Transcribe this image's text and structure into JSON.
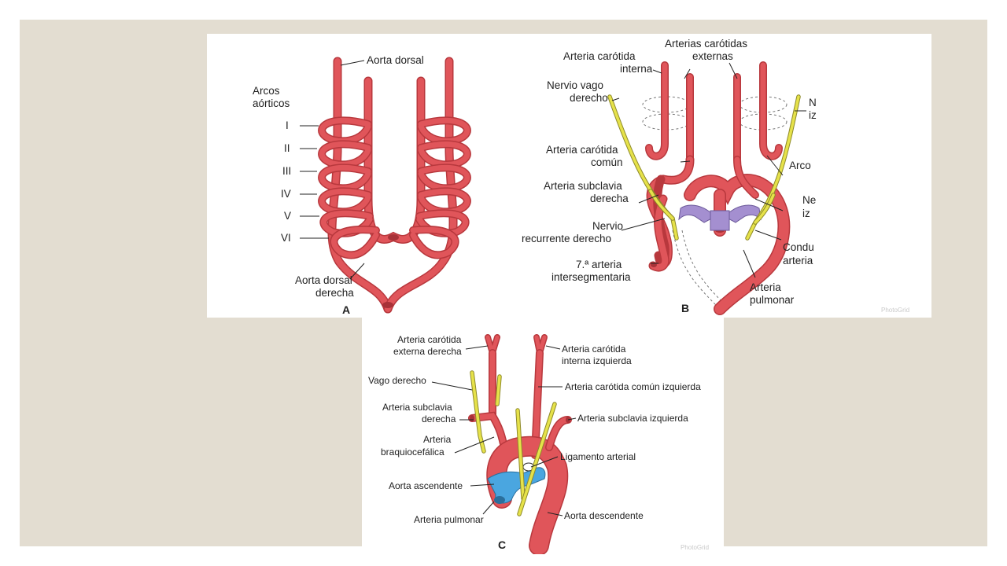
{
  "panel_a": {
    "label_aorta_dorsal": "Aorta dorsal",
    "label_arcos_line1": "Arcos",
    "label_arcos_line2": "aórticos",
    "arch_numerals": [
      "I",
      "II",
      "III",
      "IV",
      "V",
      "VI"
    ],
    "label_aorta_dorsal_derecha_line1": "Aorta dorsal",
    "label_aorta_dorsal_derecha_line2": "derecha",
    "panel_letter": "A"
  },
  "panel_b": {
    "carotid_internal_line1": "Arteria carótida",
    "carotid_internal_line2": "interna",
    "carotid_external_line1": "Arterias carótidas",
    "carotid_external_line2": "externas",
    "vagus_right_line1": "Nervio vago",
    "vagus_right_line2": "derecho",
    "common_carotid_line1": "Arteria carótida",
    "common_carotid_line2": "común",
    "subclavian_right_line1": "Arteria subclavia",
    "subclavian_right_line2": "derecha",
    "recurrent_line1": "Nervio",
    "recurrent_line2": "recurrente derecho",
    "intersegmental_line1": "7.ª arteria",
    "intersegmental_line2": "intersegmentaria",
    "cut_n_line1": "N",
    "cut_n_line2": "iz",
    "cut_arco": "Arco",
    "cut_ne_line1": "Ne",
    "cut_ne_line2": "iz",
    "cut_cond_line1": "Condu",
    "cut_cond_line2": "arteria",
    "pulmonary_line1": "Arteria",
    "pulmonary_line2": "pulmonar",
    "panel_letter": "B",
    "watermark": "PhotoGrid"
  },
  "panel_c": {
    "ext_carotid_right_line1": "Arteria carótida",
    "ext_carotid_right_line2": "externa derecha",
    "int_carotid_left_line1": "Arteria carótida",
    "int_carotid_left_line2": "interna izquierda",
    "vago_derecho": "Vago derecho",
    "common_carotid_left": "Arteria carótida común izquierda",
    "subclavian_right_line1": "Arteria subclavia",
    "subclavian_right_line2": "derecha",
    "subclavian_left": "Arteria subclavia izquierda",
    "brachiocephalic_line1": "Arteria",
    "brachiocephalic_line2": "braquiocefálica",
    "ligamento": "Ligamento arterial",
    "aorta_ascendente": "Aorta ascendente",
    "arteria_pulmonar": "Arteria pulmonar",
    "aorta_descendente": "Aorta descendente",
    "panel_letter": "C",
    "watermark": "PhotoGrid"
  },
  "colors": {
    "slide_background": "#e3ddd1",
    "artery": "#e0555a",
    "nerve": "#e6e24a",
    "pulmonary_b": "#a48fd0",
    "pulmonary_c": "#4aa6e0"
  }
}
